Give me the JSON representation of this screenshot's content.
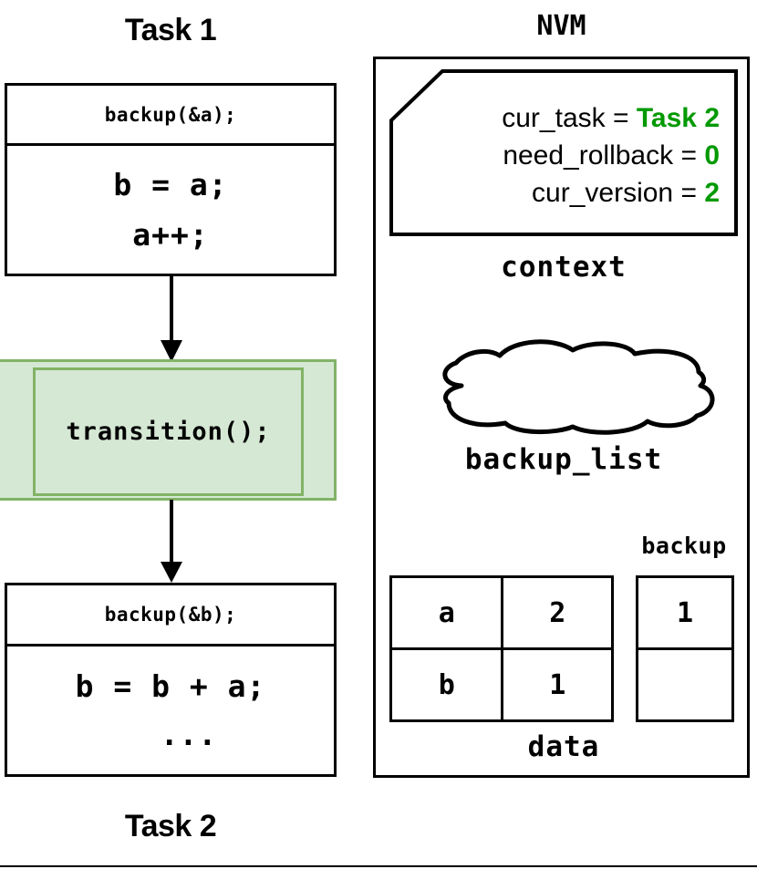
{
  "diagram": {
    "title_left_top": "Task 1",
    "title_left_bottom": "Task 2",
    "title_right": "NVM",
    "colors": {
      "accent_green_text": "#009900",
      "transition_fill": "#d5e8d4",
      "transition_border": "#82b366",
      "stroke": "#000000",
      "background": "#ffffff"
    }
  },
  "task1": {
    "header_code": "backup(&a);",
    "body_line1": "b = a;",
    "body_line2": "a++;"
  },
  "transition": {
    "code": "transition();"
  },
  "task2": {
    "header_code": "backup(&b);",
    "body_line1": "b = b + a;",
    "body_line2": "..."
  },
  "nvm": {
    "context": {
      "label": "context",
      "fields": [
        {
          "name": "cur_task = ",
          "value": "Task 2"
        },
        {
          "name": "need_rollback = ",
          "value": "0"
        },
        {
          "name": "cur_version = ",
          "value": "2"
        }
      ]
    },
    "backup_list": {
      "label": "backup_list",
      "shape": "cloud",
      "contents": ""
    },
    "data": {
      "label": "data",
      "backup_label": "backup",
      "rows": [
        {
          "name": "a",
          "value": "2",
          "backup": "1"
        },
        {
          "name": "b",
          "value": "1",
          "backup": ""
        }
      ]
    }
  },
  "icons": {
    "arrow_down_1": "arrow-down-icon",
    "arrow_down_2": "arrow-down-icon"
  }
}
